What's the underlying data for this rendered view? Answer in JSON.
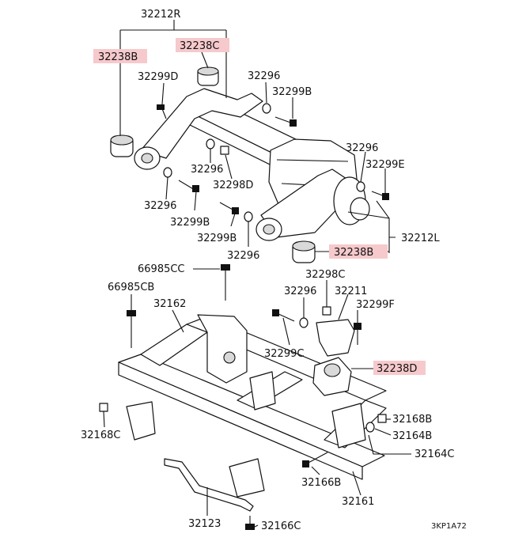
{
  "diagram_code": "3KP1A72",
  "highlight_color": "#f6c9cc",
  "callouts": [
    {
      "id": "c1",
      "text": "32212R",
      "highlighted": false
    },
    {
      "id": "c2",
      "text": "32238B",
      "highlighted": true
    },
    {
      "id": "c3",
      "text": "32238C",
      "highlighted": true
    },
    {
      "id": "c4",
      "text": "32299D",
      "highlighted": false
    },
    {
      "id": "c5",
      "text": "32296",
      "highlighted": false
    },
    {
      "id": "c6",
      "text": "32299B",
      "highlighted": false
    },
    {
      "id": "c7",
      "text": "32296",
      "highlighted": false
    },
    {
      "id": "c8",
      "text": "32299E",
      "highlighted": false
    },
    {
      "id": "c9",
      "text": "32296",
      "highlighted": false
    },
    {
      "id": "c10",
      "text": "32298D",
      "highlighted": false
    },
    {
      "id": "c11",
      "text": "32296",
      "highlighted": false
    },
    {
      "id": "c12",
      "text": "32299B",
      "highlighted": false
    },
    {
      "id": "c13",
      "text": "32299B",
      "highlighted": false
    },
    {
      "id": "c14",
      "text": "32296",
      "highlighted": false
    },
    {
      "id": "c15",
      "text": "32212L",
      "highlighted": false
    },
    {
      "id": "c16",
      "text": "32238B",
      "highlighted": true
    },
    {
      "id": "c17",
      "text": "66985CC",
      "highlighted": false
    },
    {
      "id": "c18",
      "text": "32298C",
      "highlighted": false
    },
    {
      "id": "c19",
      "text": "66985CB",
      "highlighted": false
    },
    {
      "id": "c20",
      "text": "32296",
      "highlighted": false
    },
    {
      "id": "c21",
      "text": "32211",
      "highlighted": false
    },
    {
      "id": "c22",
      "text": "32162",
      "highlighted": false
    },
    {
      "id": "c23",
      "text": "32299F",
      "highlighted": false
    },
    {
      "id": "c24",
      "text": "32299C",
      "highlighted": false
    },
    {
      "id": "c25",
      "text": "32238D",
      "highlighted": true
    },
    {
      "id": "c26",
      "text": "32168B",
      "highlighted": false
    },
    {
      "id": "c27",
      "text": "32164B",
      "highlighted": false
    },
    {
      "id": "c28",
      "text": "32168C",
      "highlighted": false
    },
    {
      "id": "c29",
      "text": "32164C",
      "highlighted": false
    },
    {
      "id": "c30",
      "text": "32166B",
      "highlighted": false
    },
    {
      "id": "c31",
      "text": "32161",
      "highlighted": false
    },
    {
      "id": "c32",
      "text": "32123",
      "highlighted": false
    },
    {
      "id": "c33",
      "text": "32166C",
      "highlighted": false
    }
  ]
}
